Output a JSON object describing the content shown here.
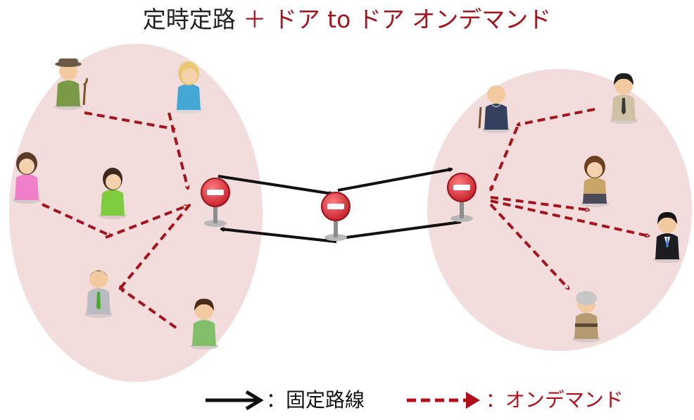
{
  "title": {
    "fixed_route": "定時定路",
    "on_demand": "＋ ドア to ドア オンデマンド"
  },
  "legend": {
    "solid_label": "：固定路線",
    "dashed_label": "：オンデマンド"
  },
  "colors": {
    "area_fill": "#f2dcdc",
    "fixed_line": "#111111",
    "on_demand_line": "#a3141c",
    "bus_stop": "#d8313a"
  },
  "icons": {
    "bus_stop": "no-entry-sign-icon",
    "passenger": "person-figure-icon"
  }
}
